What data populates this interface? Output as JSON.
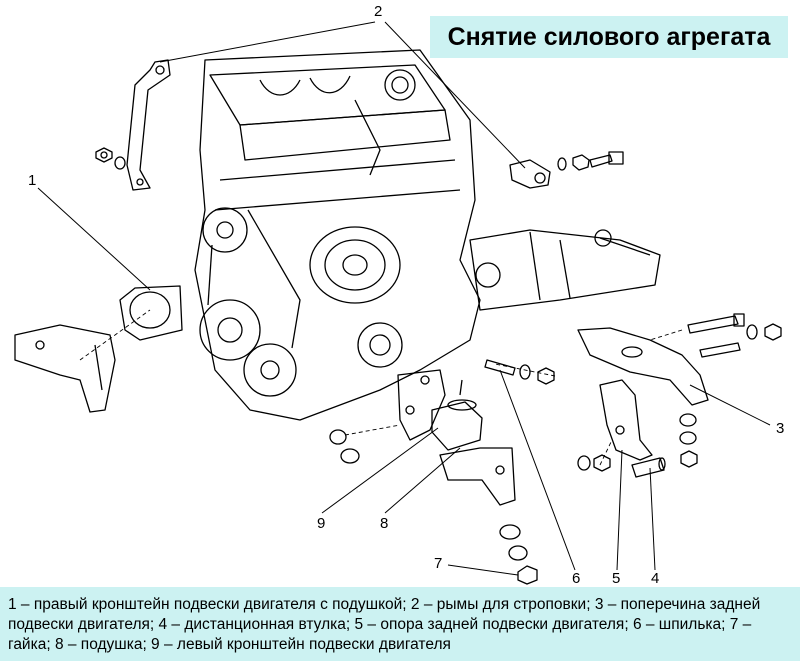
{
  "title": "Снятие силового агрегата",
  "callouts": {
    "c1": "1",
    "c2": "2",
    "c3": "3",
    "c4": "4",
    "c5": "5",
    "c6": "6",
    "c7": "7",
    "c8": "8",
    "c9": "9"
  },
  "caption": "1 – правый кронштейн подвески двигателя с подушкой; 2 – рымы для строповки; 3 – поперечина задней подвески двигателя; 4 – дистанционная втулка; 5 – опора задней подвески двигателя; 6 – шпилька; 7 – гайка; 8 – подушка; 9 – левый кронштейн подвески двигателя"
}
